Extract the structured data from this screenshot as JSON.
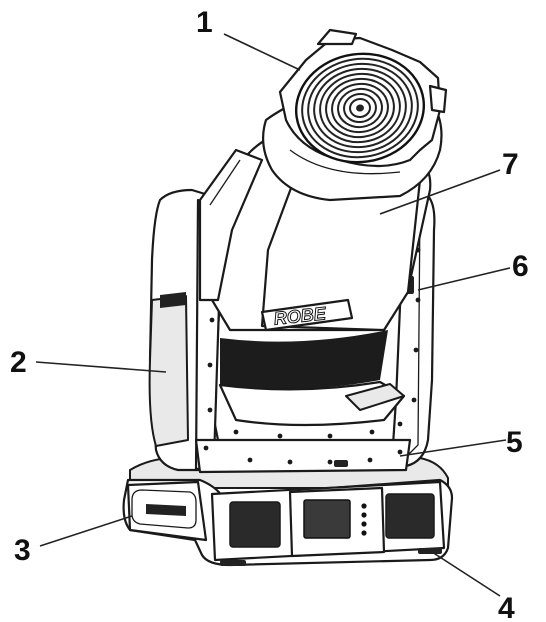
{
  "figure": {
    "brand_logo_text": "ROBE",
    "callouts": [
      {
        "id": "1",
        "label": "1"
      },
      {
        "id": "2",
        "label": "2"
      },
      {
        "id": "3",
        "label": "3"
      },
      {
        "id": "4",
        "label": "4"
      },
      {
        "id": "5",
        "label": "5"
      },
      {
        "id": "6",
        "label": "6"
      },
      {
        "id": "7",
        "label": "7"
      }
    ]
  }
}
